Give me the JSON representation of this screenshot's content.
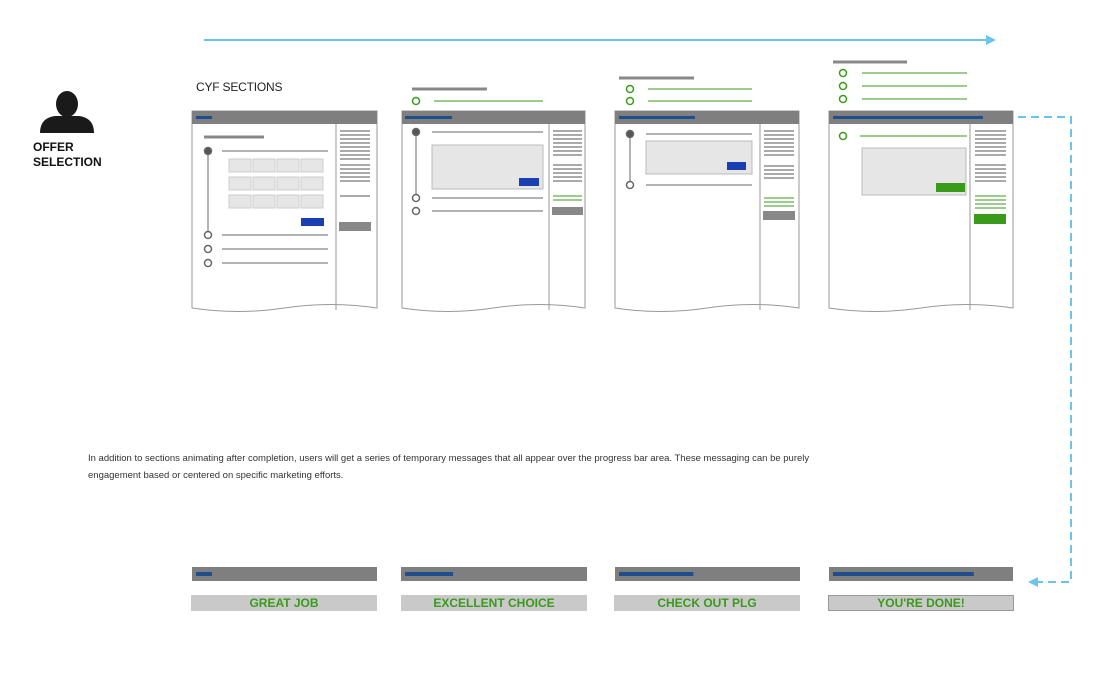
{
  "actor": {
    "label_line1": "OFFER",
    "label_line2": "SELECTION",
    "icon": "person-icon"
  },
  "section_title": "CYF SECTIONS",
  "description": "In addition to sections animating after completion, users will get a series of temporary messages that all appear over the progress bar area. These messaging can be purely engagement based or centered on specific marketing efforts.",
  "messages": [
    {
      "text": "GREAT JOB",
      "progress": 0.09
    },
    {
      "text": "EXCELLENT CHOICE",
      "progress": 0.27
    },
    {
      "text": "CHECK OUT PLG",
      "progress": 0.42
    },
    {
      "text": "YOU'RE DONE!",
      "progress": 0.8
    }
  ],
  "colors": {
    "arrow": "#6cc4ec",
    "header_bar": "#7f7f7f",
    "progress": "#1e4f8c",
    "complete": "#3a9a1a",
    "cta_blue": "#1a3fb0",
    "panel_fill": "#e6e6e6"
  }
}
